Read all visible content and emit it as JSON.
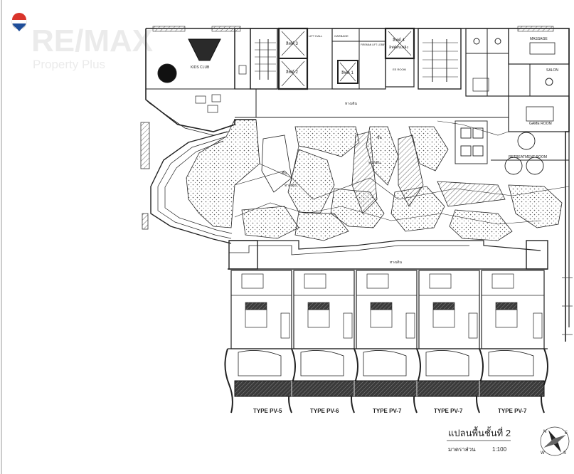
{
  "watermark": {
    "brand": "RE/MAX",
    "sub": "Property Plus",
    "colors": {
      "red": "#d9342b",
      "blue": "#1f4e9a",
      "text": "#e6e6e6"
    }
  },
  "rooms": {
    "kids_club": "KIDS CLUB",
    "lift_hall": "LIFT HALL",
    "lift_1": "ลิฟต์ 1",
    "lift_2": "ลิฟต์ 2",
    "lift_3": "ลิฟต์ 3",
    "lift_4": "ลิฟต์ 4",
    "garbage": "GARBAGE",
    "firemen_lift": "FIREMAN LIFT LOBBY",
    "firemen_thai": "ลิฟต์ดับเพลิง",
    "ee_room": "EE ROOM",
    "massage": "MASSAGE",
    "salon": "SALON",
    "game_room": "GAME ROOM",
    "retreatment_room": "RETREATMENT ROOM"
  },
  "walkway": "ทางเดิน",
  "up": "ขึ้น",
  "units": [
    "TYPE PV-5",
    "TYPE PV-6",
    "TYPE PV-7",
    "TYPE PV-7",
    "TYPE PV-7"
  ],
  "title_block": {
    "title": "แปลนพื้นชั้นที่ 2",
    "scale_label": "มาตราส่วน",
    "scale_value": "1:100"
  },
  "compass": {
    "n": "N",
    "s": "S",
    "e": "E",
    "w": "W"
  }
}
